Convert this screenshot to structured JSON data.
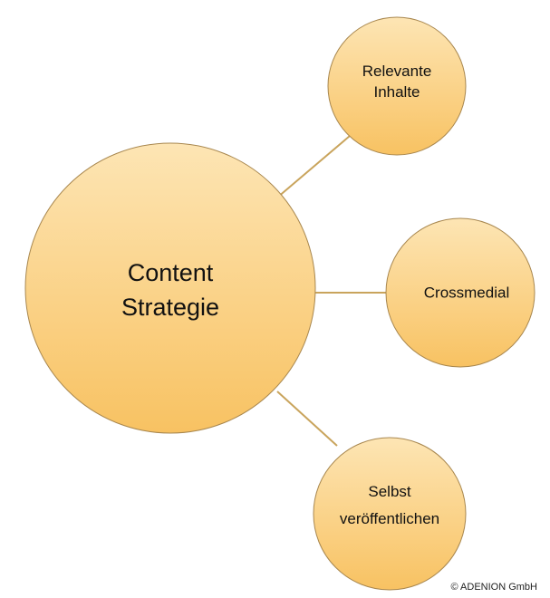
{
  "center": {
    "line1": "Content",
    "line2": "Strategie"
  },
  "nodes": [
    {
      "line1": "Relevante",
      "line2": "Inhalte"
    },
    {
      "line1": "Crossmedial"
    },
    {
      "line1": "Selbst",
      "line2": "veröffentlichen"
    }
  ],
  "copyright": "© ADENION  GmbH",
  "colors": {
    "fill_light": "#fde3ae",
    "fill_dark": "#f9c466",
    "stroke": "#a8874f",
    "connector": "#c9a45c"
  }
}
